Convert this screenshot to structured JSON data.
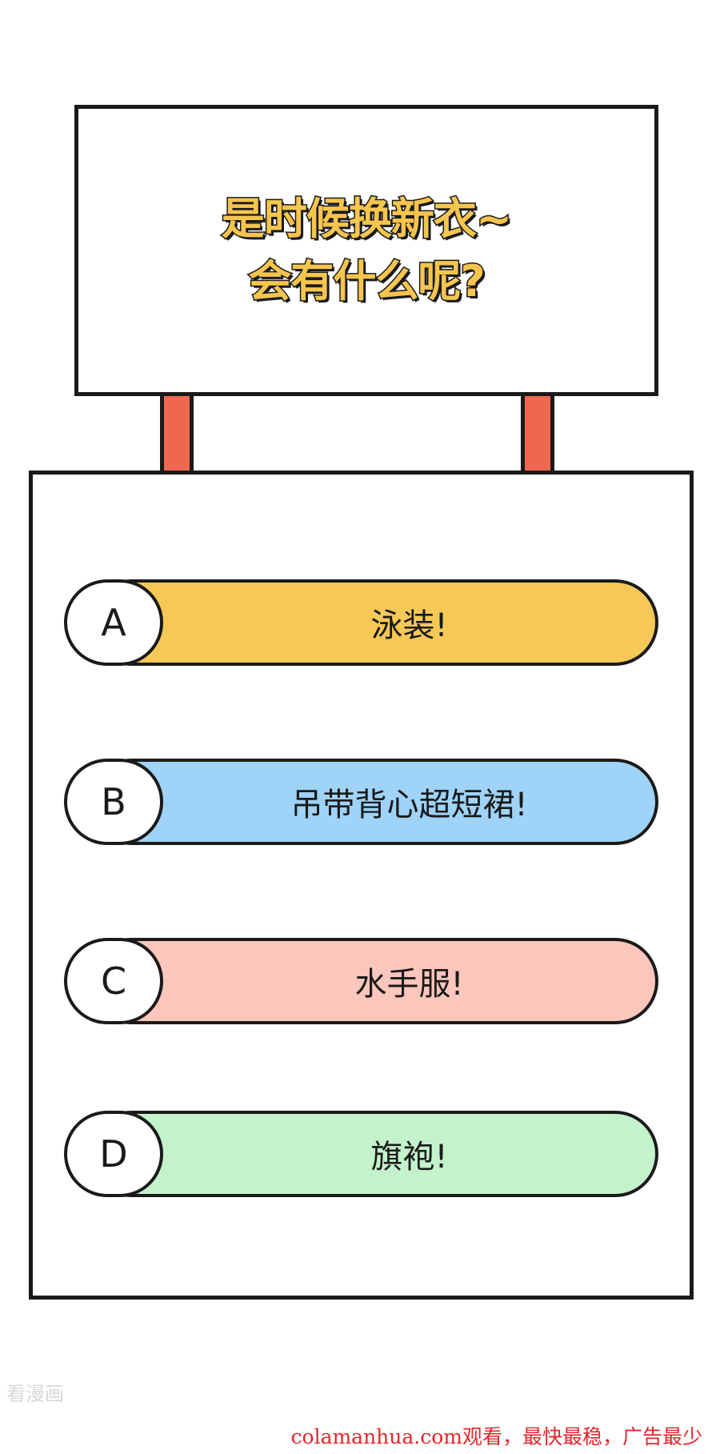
{
  "sign": {
    "line1": "是时候换新衣~",
    "line2": "会有什么呢?"
  },
  "options": [
    {
      "letter": "A",
      "text": "泳装!",
      "color": "#f6c957"
    },
    {
      "letter": "B",
      "text": "吊带背心超短裙!",
      "color": "#9fd3f7"
    },
    {
      "letter": "C",
      "text": "水手服!",
      "color": "#fbc6bb"
    },
    {
      "letter": "D",
      "text": "旗袍!",
      "color": "#c3f2cb"
    }
  ],
  "watermark": "看漫画",
  "footer": "colamanhua.com观看，最快最稳，广告最少"
}
